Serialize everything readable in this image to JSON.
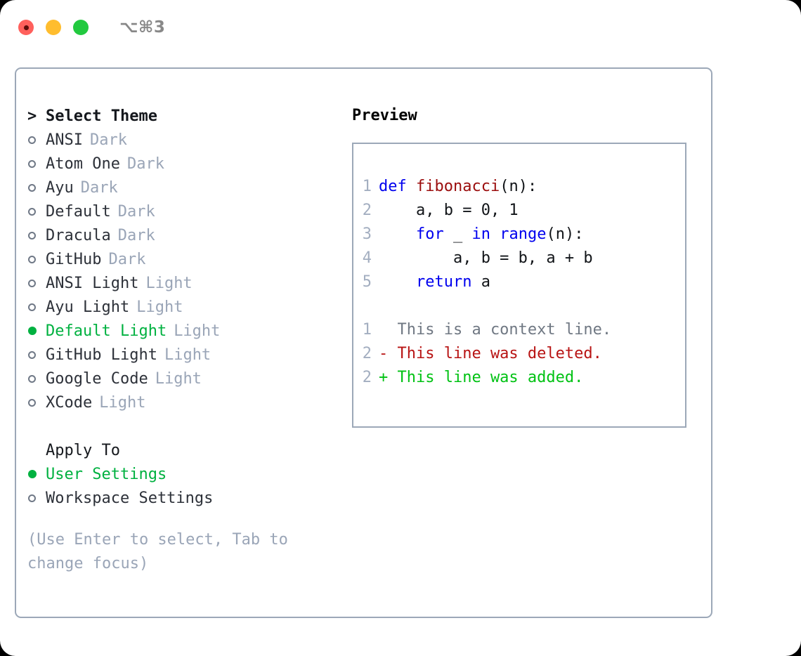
{
  "titlebar": {
    "shortcut": "⌥⌘3",
    "lights": [
      {
        "name": "close",
        "color": "#ff605c"
      },
      {
        "name": "minimize",
        "color": "#ffbd2e"
      },
      {
        "name": "maximize",
        "color": "#22c93f"
      }
    ]
  },
  "theme_picker": {
    "caret": ">",
    "heading": "Select Theme",
    "bullet_selected": "●",
    "bullet_unselected": "○",
    "items": [
      {
        "name": "ANSI",
        "variant": "Dark",
        "selected": false
      },
      {
        "name": "Atom One",
        "variant": "Dark",
        "selected": false
      },
      {
        "name": "Ayu",
        "variant": "Dark",
        "selected": false
      },
      {
        "name": "Default",
        "variant": "Dark",
        "selected": false
      },
      {
        "name": "Dracula",
        "variant": "Dark",
        "selected": false
      },
      {
        "name": "GitHub",
        "variant": "Dark",
        "selected": false
      },
      {
        "name": "ANSI Light",
        "variant": "Light",
        "selected": false
      },
      {
        "name": "Ayu Light",
        "variant": "Light",
        "selected": false
      },
      {
        "name": "Default Light",
        "variant": "Light",
        "selected": true
      },
      {
        "name": "GitHub Light",
        "variant": "Light",
        "selected": false
      },
      {
        "name": "Google Code",
        "variant": "Light",
        "selected": false
      },
      {
        "name": "XCode",
        "variant": "Light",
        "selected": false
      }
    ]
  },
  "apply_to": {
    "heading": "Apply To",
    "options": [
      {
        "label": "User Settings",
        "selected": true
      },
      {
        "label": "Workspace Settings",
        "selected": false
      }
    ]
  },
  "hint": "(Use Enter to select, Tab to change focus)",
  "preview": {
    "title": "Preview",
    "code_lines": [
      {
        "no": "1",
        "tokens": [
          {
            "t": "def ",
            "c": "kw"
          },
          {
            "t": "fibonacci",
            "c": "fn"
          },
          {
            "t": "(n):",
            "c": "plain"
          }
        ]
      },
      {
        "no": "2",
        "tokens": [
          {
            "t": "    a, b = 0, 1",
            "c": "plain"
          }
        ]
      },
      {
        "no": "3",
        "tokens": [
          {
            "t": "    ",
            "c": "plain"
          },
          {
            "t": "for",
            "c": "kw"
          },
          {
            "t": " _ ",
            "c": "plain"
          },
          {
            "t": "in",
            "c": "kw"
          },
          {
            "t": " ",
            "c": "plain"
          },
          {
            "t": "range",
            "c": "kw"
          },
          {
            "t": "(n):",
            "c": "plain"
          }
        ]
      },
      {
        "no": "4",
        "tokens": [
          {
            "t": "        a, b = b, a + b",
            "c": "plain"
          }
        ]
      },
      {
        "no": "5",
        "tokens": [
          {
            "t": "    ",
            "c": "plain"
          },
          {
            "t": "return",
            "c": "kw"
          },
          {
            "t": " a",
            "c": "plain"
          }
        ]
      }
    ],
    "diff_lines": [
      {
        "no": "1",
        "prefix": "  ",
        "text": "This is a context line.",
        "kind": "ctx"
      },
      {
        "no": "2",
        "prefix": "- ",
        "text": "This line was deleted.",
        "kind": "del"
      },
      {
        "no": "2",
        "prefix": "+ ",
        "text": "This line was added.",
        "kind": "add"
      }
    ]
  },
  "colors": {
    "accent_green": "#00b140",
    "panel_border": "#9ca8b8",
    "muted_text": "#9aa5b7",
    "keyword_blue": "#0000ee",
    "function_red": "#9b0d0d",
    "diff_deleted": "#b81414",
    "diff_added": "#00c213",
    "diff_context": "#707883"
  }
}
